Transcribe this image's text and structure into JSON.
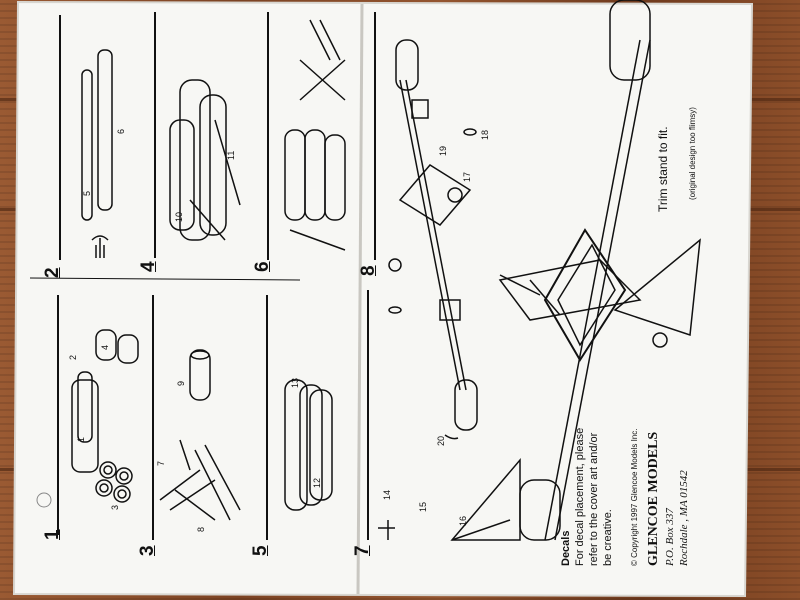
{
  "steps": [
    "1",
    "2",
    "3",
    "4",
    "5",
    "6",
    "7",
    "8"
  ],
  "parts": [
    "1",
    "2",
    "3",
    "4",
    "5",
    "6",
    "7",
    "8",
    "9",
    "10",
    "11",
    "12",
    "13",
    "14",
    "15",
    "16",
    "17",
    "18",
    "19",
    "20"
  ],
  "decals": {
    "heading": "Decals",
    "line1": "For decal placement, please",
    "line2": "refer to the cover art and/or",
    "line3": "be creative."
  },
  "copyright": "© Copyright 1997 Glencoe Models Inc.",
  "company": {
    "name": "GLENCOE MODELS",
    "address1": "P.O. Box 337",
    "address2": "Rochdale , MA  01542"
  },
  "trim_note": "Trim stand to fit.",
  "design_note": "(original design too flimsy)"
}
